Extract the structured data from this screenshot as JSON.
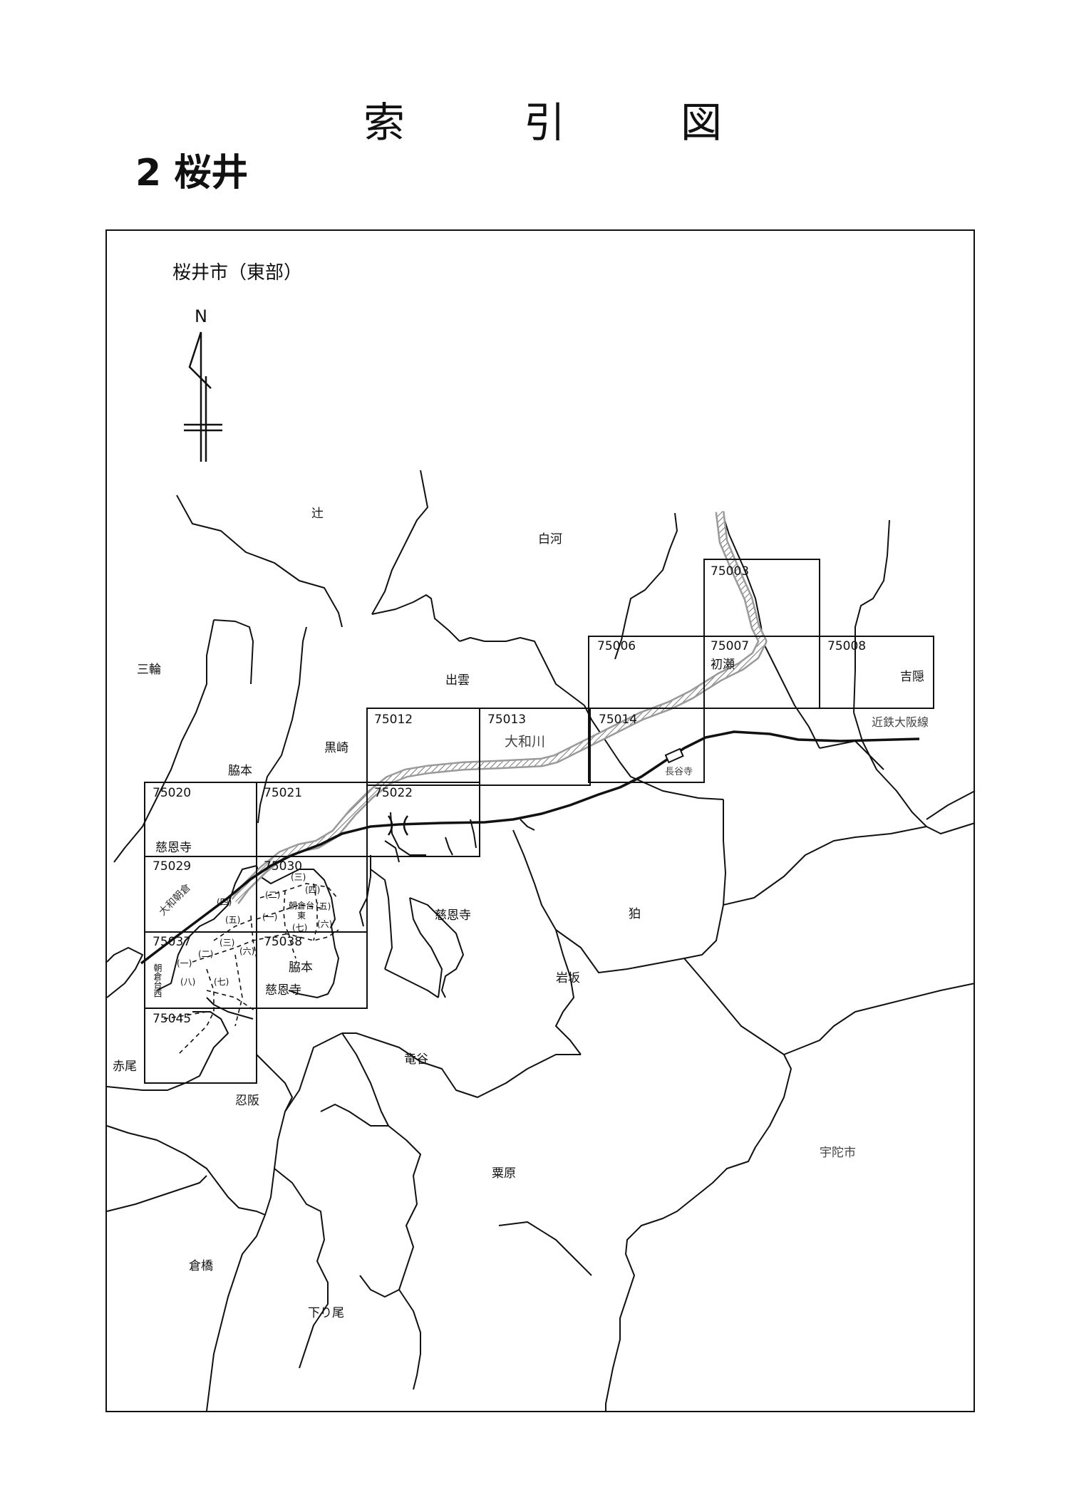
{
  "document": {
    "title_chars": [
      "索",
      "引",
      "図"
    ],
    "subtitle": "2 桜井",
    "map_heading": "桜井市（東部）"
  },
  "north_arrow": {
    "label": "N",
    "icon": "north-arrow-icon"
  },
  "sheets": [
    {
      "id": "75003"
    },
    {
      "id": "75006"
    },
    {
      "id": "75007"
    },
    {
      "id": "75008"
    },
    {
      "id": "75012"
    },
    {
      "id": "75013"
    },
    {
      "id": "75014"
    },
    {
      "id": "75020"
    },
    {
      "id": "75021"
    },
    {
      "id": "75022"
    },
    {
      "id": "75029"
    },
    {
      "id": "75030"
    },
    {
      "id": "75037"
    },
    {
      "id": "75038"
    },
    {
      "id": "75045"
    }
  ],
  "places": {
    "tsuji": "辻",
    "shirakawa": "白河",
    "miwa": "三輪",
    "izumo": "出雲",
    "hatsuse": "初瀬",
    "yoshigomori": "吉隠",
    "kurosaki": "黒崎",
    "wakimoto_1": "脇本",
    "jionji_1": "慈恩寺",
    "jionji_2": "慈恩寺",
    "hakuka": "狛",
    "iwasaka": "岩坂",
    "wakimoto_2": "脇本",
    "jionji_3": "慈恩寺",
    "ryugai": "竜谷",
    "akao": "赤尾",
    "osakа": "忍阪",
    "ohara": "粟原",
    "kurahashi": "倉橋",
    "shimorio": "下り尾",
    "uda_city": "宇陀市"
  },
  "features": {
    "river": "大和川",
    "railway": "近鉄大阪線",
    "station": "長谷寺",
    "district_asakura": "大和朝倉",
    "asakura_east_1": "朝倉台",
    "asakura_east_2": "東",
    "asakura_west": "朝倉台西"
  },
  "subdistricts": [
    "(一)",
    "(二)",
    "(三)",
    "(四)",
    "(五)",
    "(六)",
    "(七)",
    "(八)"
  ]
}
